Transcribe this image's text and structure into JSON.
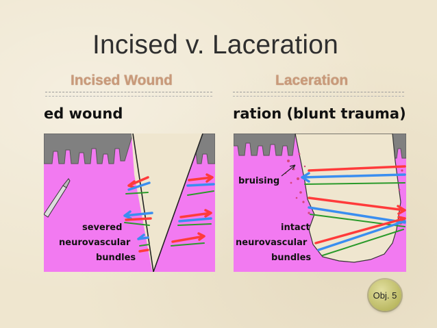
{
  "slide": {
    "title": "Incised v. Laceration",
    "badge": "Obj. 5"
  },
  "left_panel": {
    "heading": "Incised Wound",
    "caption": "ed wound",
    "labels": {
      "severed": "severed",
      "neurovascular": "neurovascular",
      "bundles": "bundles"
    }
  },
  "right_panel": {
    "heading": "Laceration",
    "caption": "ration (blunt trauma)",
    "labels": {
      "bruising": "bruising",
      "intact": "intact",
      "neurovascular": "neurovascular",
      "bundles": "bundles"
    }
  },
  "colors": {
    "tissue": "#f27af1",
    "epidermis": "#808080",
    "heading": "#c99a7a",
    "badge": "#c3c06a",
    "arrow_red": "#ff3b3b",
    "arrow_blue": "#3a8ef0",
    "arrow_green": "#2a9a2a",
    "bruise": "#d6447a"
  }
}
